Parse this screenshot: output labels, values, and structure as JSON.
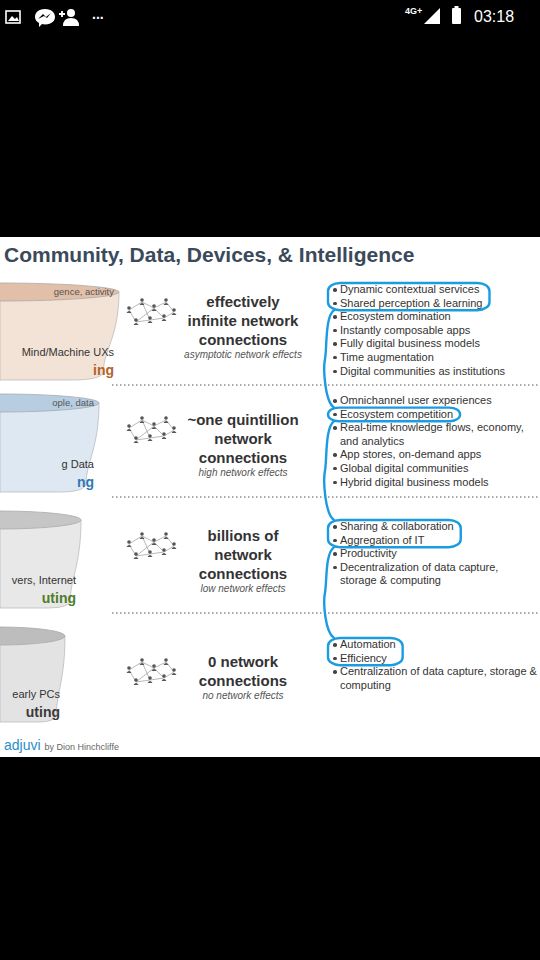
{
  "diagram": {
    "title": "Community, Data, Devices, & Intelligence",
    "nodes": [
      {
        "text": [
          "gence, activity",
          "Mind/Machine UXs",
          "ing"
        ]
      },
      {
        "text": [
          "ople, data",
          "g Data",
          "ng"
        ]
      },
      {
        "text": [
          "vers, Internet",
          "uting"
        ]
      },
      {
        "text": [
          "early PCs",
          "uting"
        ]
      }
    ],
    "labels": [
      "...",
      "4G+",
      "03:18",
      "effectively infinite network connections",
      "asymptotic network effects",
      "Dynamic contextual services",
      "Shared perception & learning",
      "Ecosystem domination",
      "Instantly composable apps",
      "Fully digital business models",
      "Time augmentation",
      "Digital communities as institutions",
      "~one quintillion network connections",
      "high network effects",
      "Omnichannel user experiences",
      "Ecosystem competition",
      "Real-time knowledge flows, economy, and analytics",
      "App stores, on-demand apps",
      "Global digital communities",
      "Hybrid digital business models",
      "billions of network connections",
      "low network effects",
      "Sharing & collaboration",
      "Aggregation of IT",
      "Productivity",
      "Decentralization of data capture, storage & computing",
      "0 network connections",
      "no network effects",
      "Automation",
      "Efficiency",
      "Centralization of data capture, storage & computing",
      "adjuvi",
      "by Dion Hinchcliffe"
    ]
  }
}
